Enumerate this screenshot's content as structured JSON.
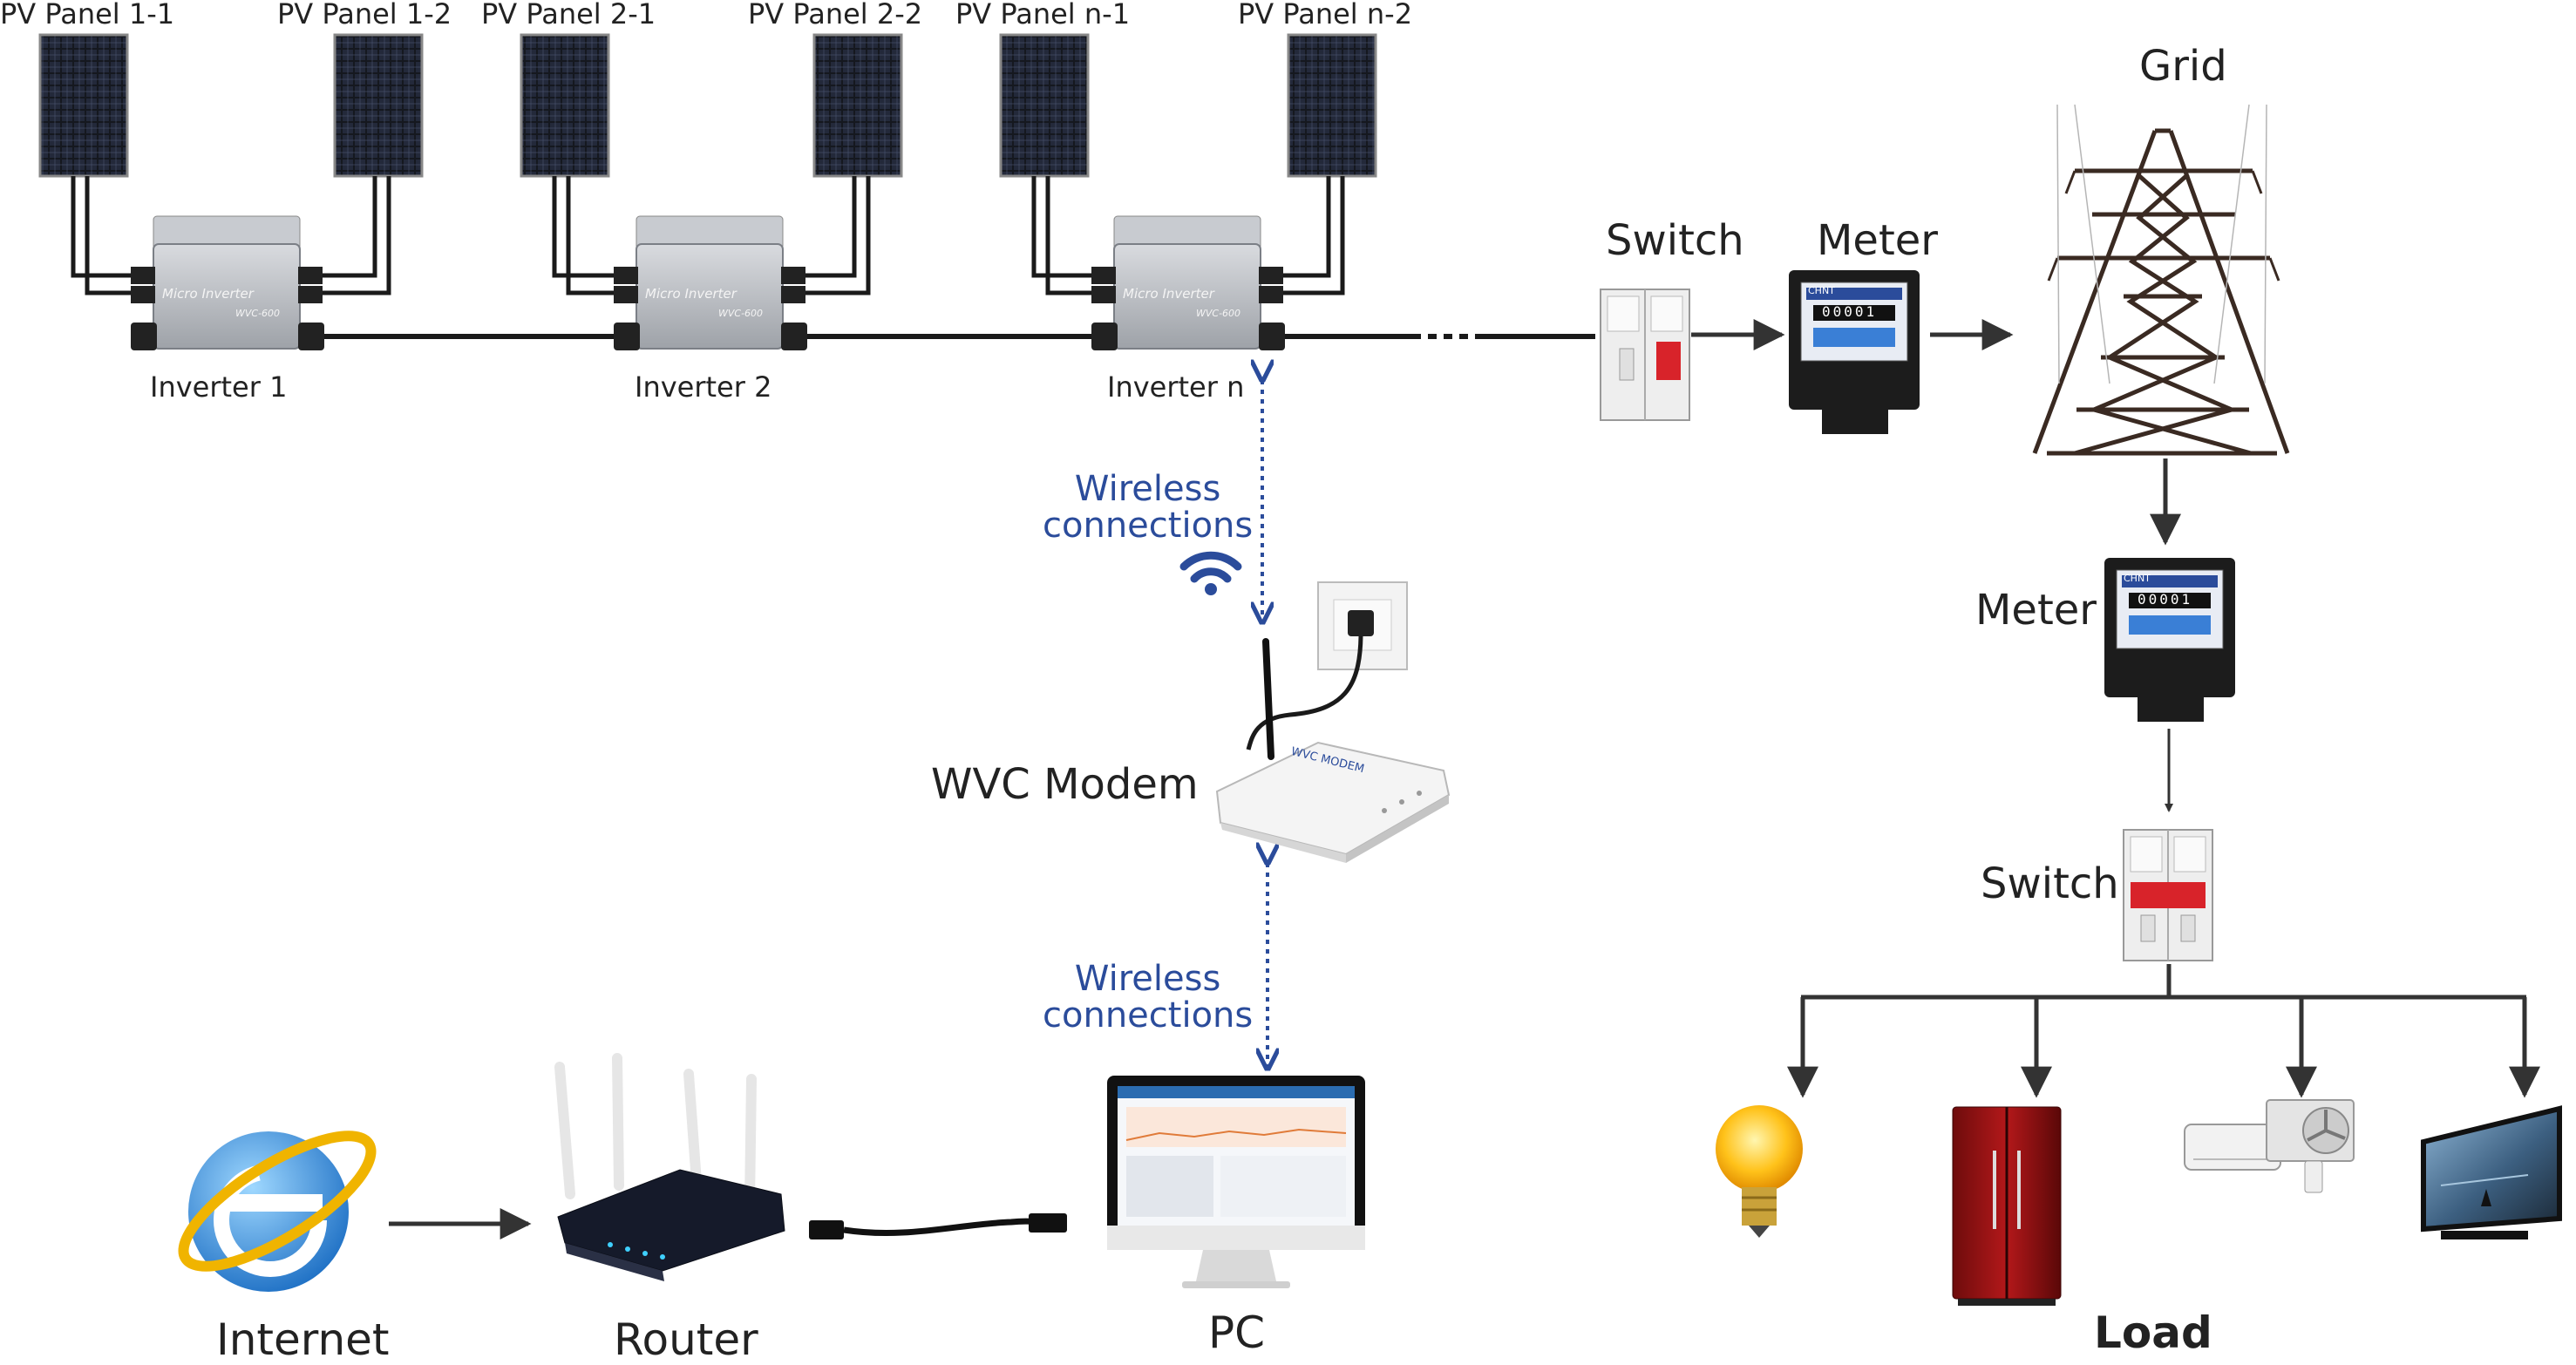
{
  "panels": [
    "PV Panel 1-1",
    "PV Panel 1-2",
    "PV Panel 2-1",
    "PV Panel 2-2",
    "PV Panel n-1",
    "PV Panel n-2"
  ],
  "inverters": [
    "Inverter 1",
    "Inverter 2",
    "Inverter n"
  ],
  "inverter_face": {
    "brand": "Micro Inverter",
    "model": "WVC-600"
  },
  "wireless_top": "Wireless\nconnections",
  "wireless_bottom": "Wireless\nconnections",
  "modem": {
    "label": "WVC Modem",
    "face": "WVC MODEM"
  },
  "internet": "Internet",
  "router": "Router",
  "pc": "PC",
  "switch_top": "Switch",
  "meter_top": "Meter",
  "meter_reading": "00001",
  "meter_brand": "CHNT",
  "grid": "Grid",
  "meter_right": "Meter",
  "switch_right": "Switch",
  "load": "Load",
  "colors": {
    "accent": "#2b4c9b",
    "wire": "#1a1a1a",
    "breaker": "#d8232a"
  }
}
